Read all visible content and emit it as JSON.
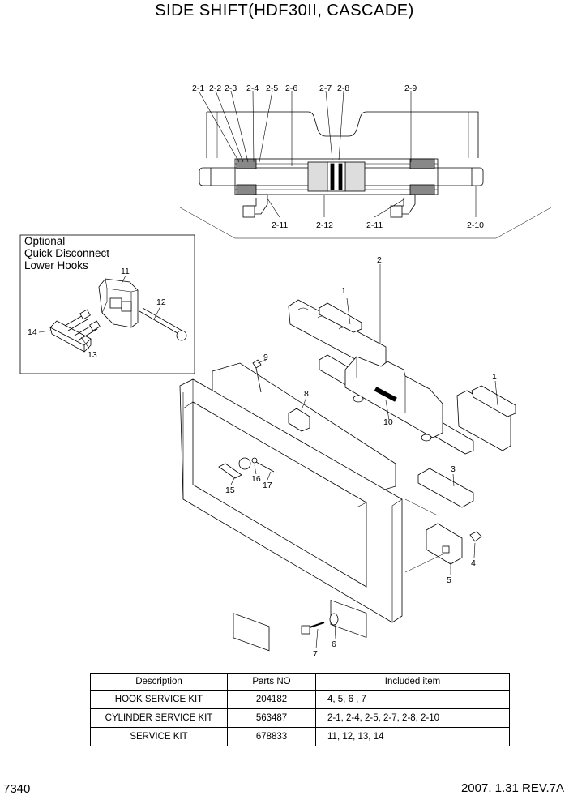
{
  "title": "SIDE SHIFT(HDF30II, CASCADE)",
  "optional_box": {
    "lines": [
      "Optional",
      "Quick Disconnect",
      "Lower Hooks"
    ],
    "callouts": [
      "11",
      "12",
      "13",
      "14"
    ]
  },
  "cylinder_callouts_top": [
    "2-1",
    "2-2",
    "2-3",
    "2-4",
    "2-5",
    "2-6",
    "2-7",
    "2-8",
    "2-9"
  ],
  "cylinder_callouts_bottom": [
    "2-11",
    "2-12",
    "2-11",
    "2-10"
  ],
  "main_callouts": [
    "2",
    "1",
    "9",
    "8",
    "1",
    "10",
    "3",
    "15",
    "16",
    "17",
    "4",
    "5",
    "6",
    "7"
  ],
  "table": {
    "headers": [
      "Description",
      "Parts NO",
      "Included item"
    ],
    "rows": [
      [
        "HOOK SERVICE KIT",
        "204182",
        "4, 5, 6 , 7"
      ],
      [
        "CYLINDER SERVICE KIT",
        "563487",
        "2-1, 2-4, 2-5, 2-7, 2-8, 2-10"
      ],
      [
        "SERVICE KIT",
        "678833",
        "11, 12, 13, 14"
      ]
    ]
  },
  "footer": {
    "page_number": "7340",
    "revision": "2007. 1.31  REV.7A"
  }
}
